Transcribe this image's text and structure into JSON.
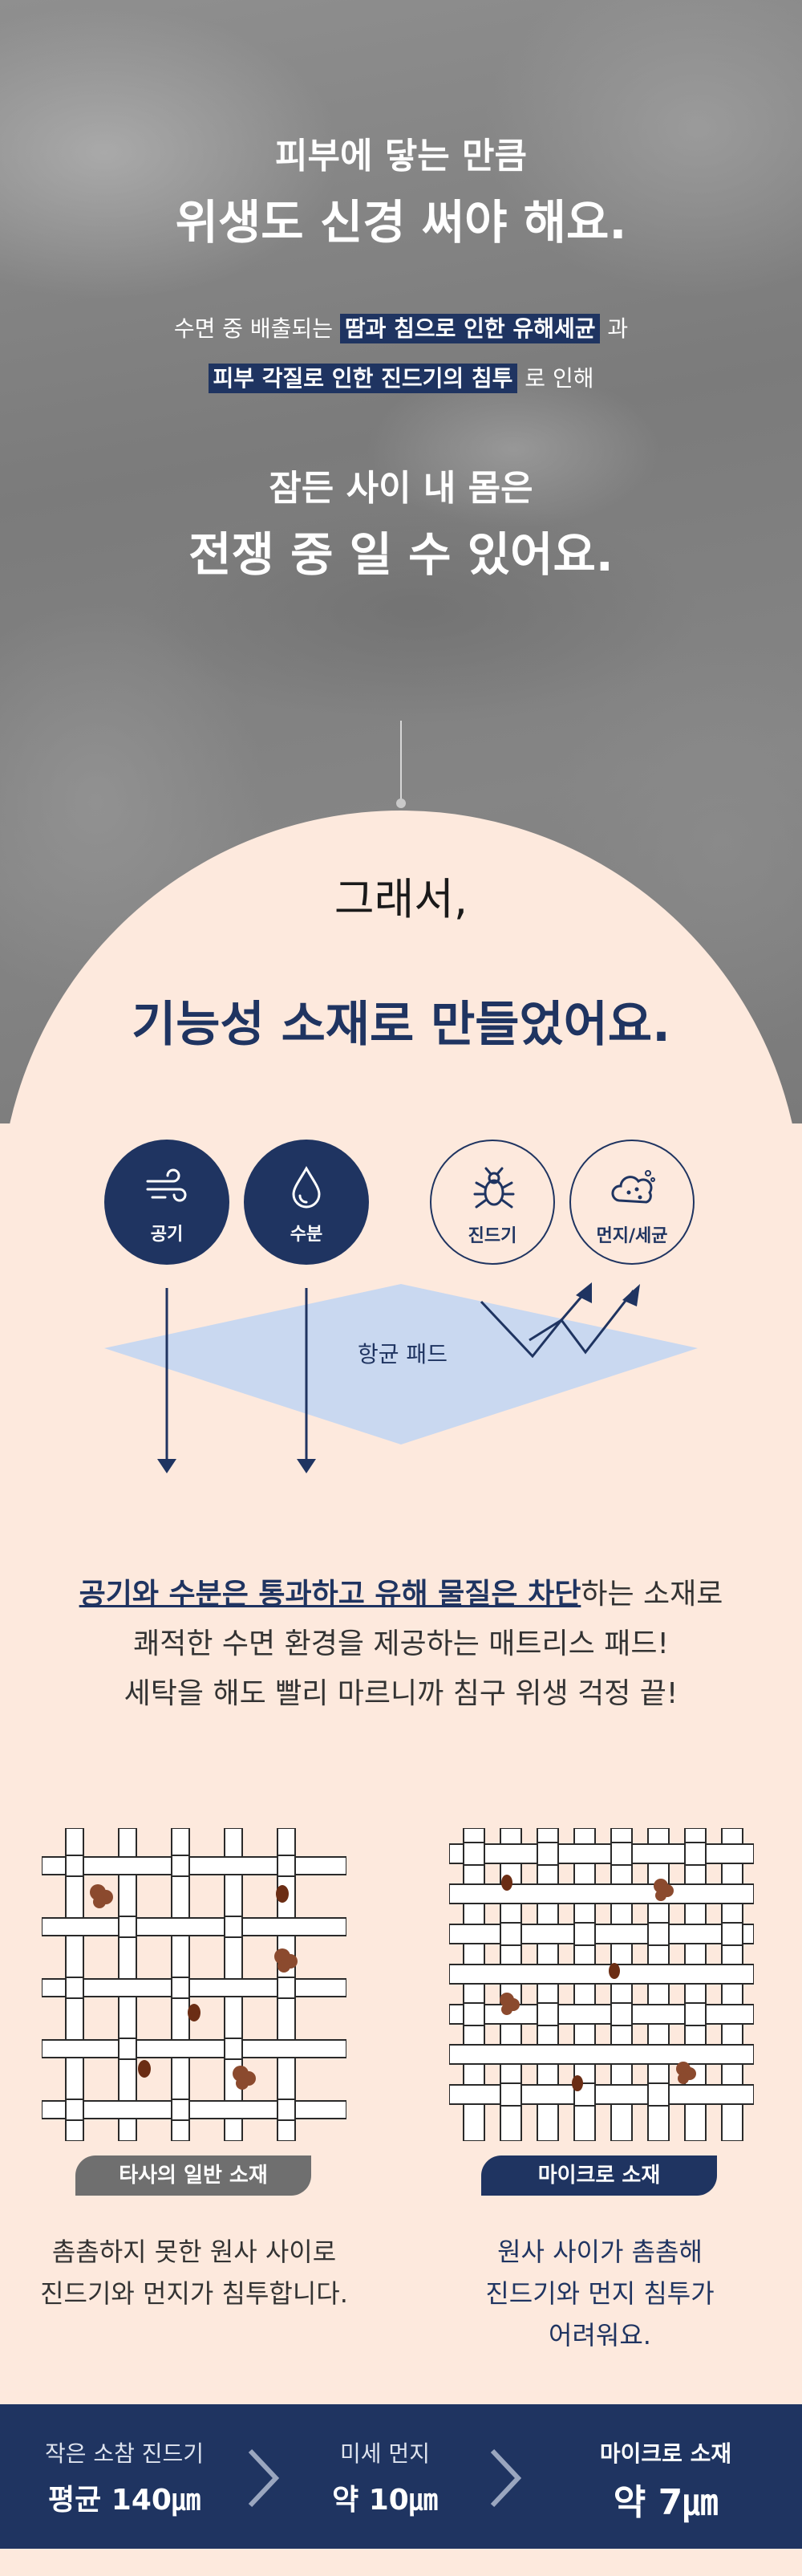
{
  "hero": {
    "line1": "피부에 닿는 만큼",
    "line2": "위생도 신경 써야 해요.",
    "sub1_pre": "수면 중 배출되는 ",
    "sub1_hl": "땀과 침으로 인한 유해세균",
    "sub1_post": " 과",
    "sub2_hl": "피부 각질로 인한 진드기의 침투",
    "sub2_post": " 로 인해",
    "line3": "잠든 사이 내 몸은",
    "line4": "전쟁 중 일 수 있어요."
  },
  "section": {
    "so": "그래서,",
    "made": "기능성 소재로 만들었어요."
  },
  "diagram": {
    "circles": [
      {
        "label": "공기",
        "icon": "wind-icon"
      },
      {
        "label": "수분",
        "icon": "water-drop-icon"
      },
      {
        "label": "진드기",
        "icon": "bug-icon"
      },
      {
        "label": "먼지/세균",
        "icon": "dust-cloud-icon"
      }
    ],
    "pad_label": "항균 패드",
    "colors": {
      "navy": "#1f3461",
      "pad": "#c9d8f0",
      "background": "#fde9dd"
    }
  },
  "description": {
    "line1_bold": "공기와 수분은 통과하고 유해 물질은 차단",
    "line1_rest": "하는 소재로",
    "line2": "쾌적한 수면 환경을 제공하는 매트리스 패드!",
    "line3": "세탁을 해도 빨리 마르니까 침구 위생 걱정 끝!"
  },
  "comparison": {
    "left": {
      "tag": "타사의 일반 소재",
      "caption1": "촘촘하지 못한 원사 사이로",
      "caption2": "진드기와 먼지가 침투합니다.",
      "tag_color": "#6f6f6f"
    },
    "right": {
      "tag": "마이크로 소재",
      "caption1": "원사 사이가 촘촘해",
      "caption2": "진드기와 먼지 침투가",
      "caption3": "어려워요.",
      "tag_color": "#1f3461"
    }
  },
  "sizes": [
    {
      "title": "작은 소참 진드기",
      "value": "평균 140㎛"
    },
    {
      "title": "미세 먼지",
      "value": "약 10㎛"
    },
    {
      "title": "마이크로 소재",
      "value": "약 7㎛"
    }
  ]
}
